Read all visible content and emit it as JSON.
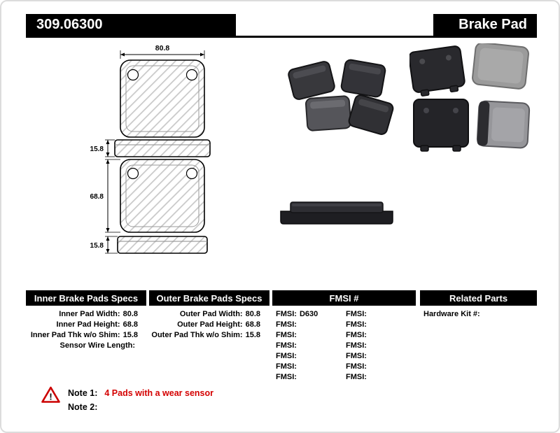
{
  "header": {
    "part_number": "309.06300",
    "product_title": "Brake Pad"
  },
  "colors": {
    "header_bg": "#000000",
    "header_text": "#ffffff",
    "note_accent": "#d40000",
    "warning_icon": "#cc0000"
  },
  "drawing": {
    "dim_width": "80.8",
    "dim_thk_top": "15.8",
    "dim_height": "68.8",
    "dim_thk_bottom": "15.8"
  },
  "specs": {
    "inner": {
      "title": "Inner Brake Pads Specs",
      "rows": [
        {
          "label": "Inner Pad Width:",
          "value": "80.8"
        },
        {
          "label": "Inner Pad Height:",
          "value": "68.8"
        },
        {
          "label": "Inner Pad Thk w/o Shim:",
          "value": "15.8"
        },
        {
          "label": "Sensor Wire Length:",
          "value": ""
        }
      ]
    },
    "outer": {
      "title": "Outer Brake Pads Specs",
      "rows": [
        {
          "label": "Outer Pad Width:",
          "value": "80.8"
        },
        {
          "label": "Outer Pad Height:",
          "value": "68.8"
        },
        {
          "label": "Outer Pad Thk w/o Shim:",
          "value": "15.8"
        }
      ]
    },
    "fmsi": {
      "title": "FMSI #",
      "col1": [
        {
          "label": "FMSI:",
          "value": "D630"
        },
        {
          "label": "FMSI:",
          "value": ""
        },
        {
          "label": "FMSI:",
          "value": ""
        },
        {
          "label": "FMSI:",
          "value": ""
        },
        {
          "label": "FMSI:",
          "value": ""
        },
        {
          "label": "FMSI:",
          "value": ""
        },
        {
          "label": "FMSI:",
          "value": ""
        }
      ],
      "col2": [
        {
          "label": "FMSI:",
          "value": ""
        },
        {
          "label": "FMSI:",
          "value": ""
        },
        {
          "label": "FMSI:",
          "value": ""
        },
        {
          "label": "FMSI:",
          "value": ""
        },
        {
          "label": "FMSI:",
          "value": ""
        },
        {
          "label": "FMSI:",
          "value": ""
        },
        {
          "label": "FMSI:",
          "value": ""
        }
      ]
    },
    "related": {
      "title": "Related Parts",
      "rows": [
        {
          "label": "Hardware Kit #:",
          "value": ""
        }
      ]
    }
  },
  "notes": {
    "note1_label": "Note 1:",
    "note1_text": "4 Pads with a wear sensor",
    "note2_label": "Note 2:",
    "note2_text": ""
  }
}
